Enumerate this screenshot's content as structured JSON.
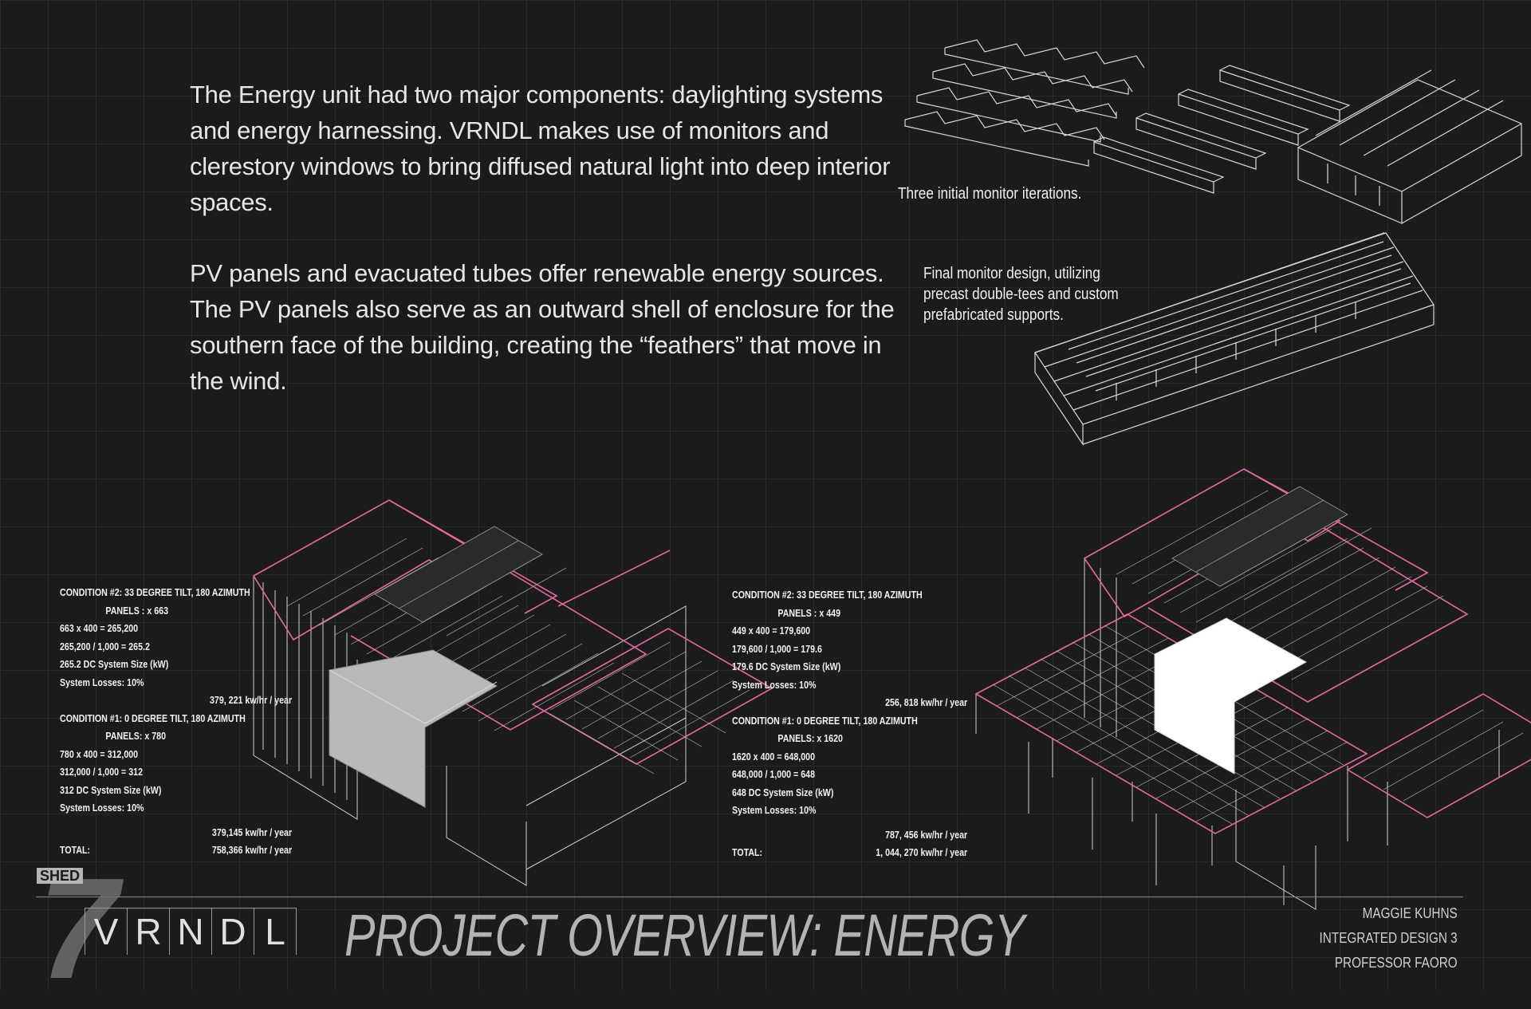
{
  "intro": {
    "para1": "The Energy unit had two major components: daylighting systems and energy harnessing. VRNDL makes use of monitors and clerestory windows to bring diffused natural light into deep interior spaces.",
    "para2": "PV panels and evacuated tubes offer renewable energy sources. The PV panels also serve as an outward shell of enclosure for the southern face of the building, creating the “feathers” that move in the wind."
  },
  "captions": {
    "iterations": "Three initial monitor iterations.",
    "final": "Final monitor design, utilizing precast double-tees and custom prefabricated supports."
  },
  "left_calc": {
    "c2_header": "CONDITION #2: 33 DEGREE TILT, 180 AZIMUTH",
    "c2_panels": "PANELS : x 663",
    "c2_line1": "663 x 400 = 265,200",
    "c2_line2": "265,200 / 1,000 = 265.2",
    "c2_line3": "265.2 DC System Size (kW)",
    "c2_losses": "System Losses: 10%",
    "c2_result": "379, 221 kw/hr / year",
    "c1_header": "CONDITION #1: 0 DEGREE TILT, 180 AZIMUTH",
    "c1_panels": "PANELS: x 780",
    "c1_line1": "780 x 400 = 312,000",
    "c1_line2": "312,000 / 1,000 = 312",
    "c1_line3": "312 DC System Size (kW)",
    "c1_losses": "System Losses: 10%",
    "c1_result": "379,145 kw/hr / year",
    "total_label": "TOTAL:",
    "total_value": "758,366 kw/hr / year"
  },
  "right_calc": {
    "c2_header": "CONDITION #2: 33 DEGREE TILT, 180 AZIMUTH",
    "c2_panels": "PANELS : x 449",
    "c2_line1": "449 x 400 = 179,600",
    "c2_line2": "179,600 / 1,000 = 179.6",
    "c2_line3": "179.6 DC System Size (kW)",
    "c2_losses": "System Losses: 10%",
    "c2_result": "256, 818 kw/hr / year",
    "c1_header": "CONDITION #1: 0 DEGREE TILT, 180 AZIMUTH",
    "c1_panels": "PANELS: x 1620",
    "c1_line1": "1620 x 400 = 648,000",
    "c1_line2": "648,000 / 1,000 = 648",
    "c1_line3": "648 DC System Size (kW)",
    "c1_losses": "System Losses: 10%",
    "c1_result": "787, 456 kw/hr / year",
    "total_label": "TOTAL:",
    "total_value": "1, 044, 270 kw/hr / year"
  },
  "footer": {
    "shed": "SHED",
    "seven": "7",
    "letters": [
      "V",
      "R",
      "N",
      "D",
      "L"
    ],
    "title": "PROJECT OVERVIEW: ENERGY",
    "author": "MAGGIE KUHNS",
    "course": "INTEGRATED DESIGN 3",
    "professor": "PROFESSOR FAORO"
  },
  "colors": {
    "background": "#1b1b1b",
    "accent_pink": "#e46aa0",
    "linework": "#d8d8d8"
  }
}
